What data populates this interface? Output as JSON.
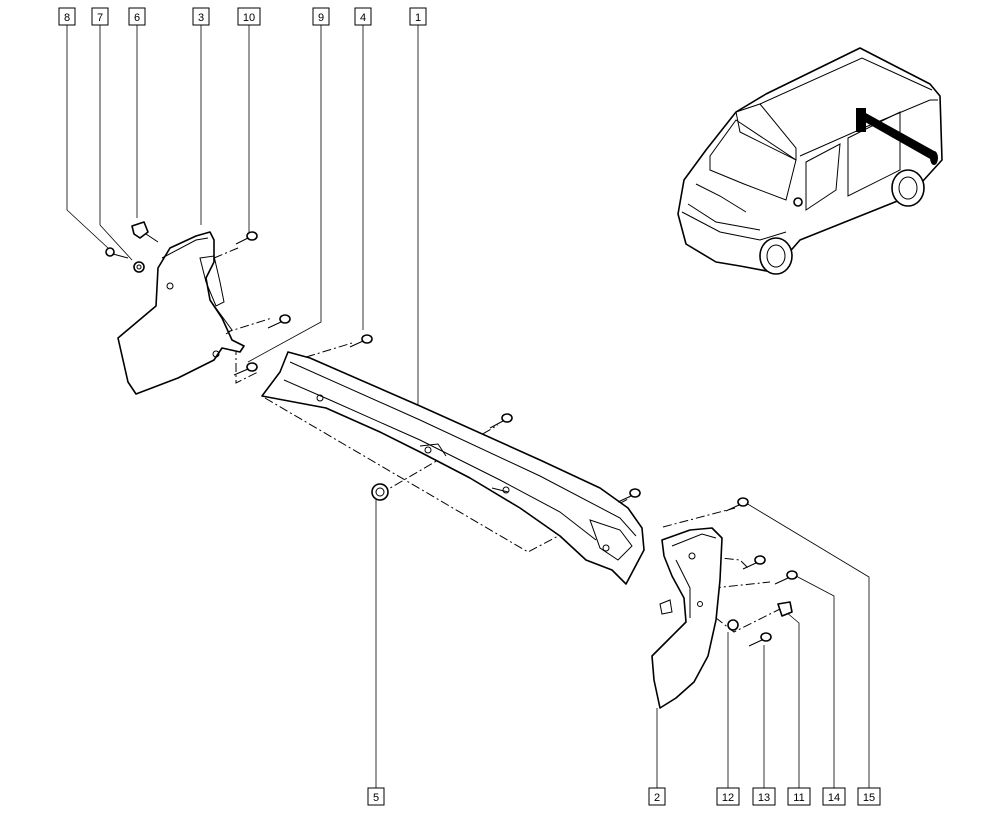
{
  "callouts": {
    "c8": "8",
    "c7": "7",
    "c6": "6",
    "c3": "3",
    "c10": "10",
    "c9": "9",
    "c4": "4",
    "c1": "1",
    "c5": "5",
    "c2": "2",
    "c12": "12",
    "c13": "13",
    "c11": "11",
    "c14": "14",
    "c15": "15"
  }
}
